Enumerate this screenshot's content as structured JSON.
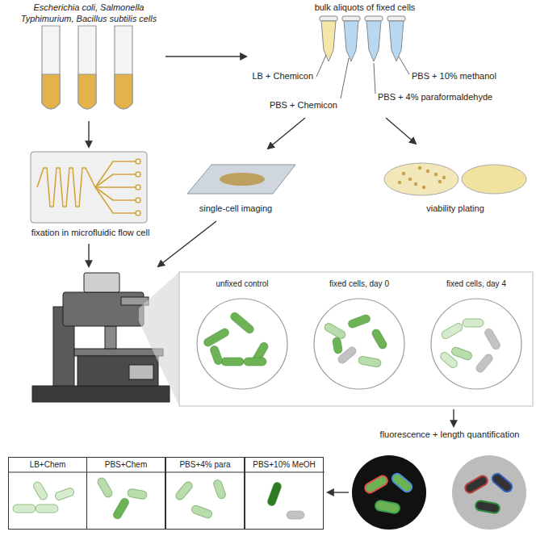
{
  "diagram": {
    "nodes": [
      {
        "text": [
          "unfixed control"
        ]
      },
      {
        "text": [
          "fixed cells, day 0"
        ]
      },
      {
        "text": [
          "fixed cells, day 4"
        ]
      },
      {
        "text": [
          "LB+Chem"
        ]
      },
      {
        "text": [
          "PBS+Chem"
        ]
      },
      {
        "text": [
          "PBS+4% para"
        ]
      },
      {
        "text": [
          "PBS+10% MeOH"
        ]
      }
    ],
    "labels": [
      "Escherichia coli, Salmonella Typhimurium, Bacillus subtilis cells",
      "bulk aliquots of fixed cells",
      "LB + Chemicon",
      "PBS + 10% methanol",
      "PBS + Chemicon",
      "PBS + 4% paraformaldehyde",
      "single-cell imaging",
      "viability plating",
      "fixation in microfluidic flow cell",
      "fluorescence + length quantification"
    ]
  }
}
